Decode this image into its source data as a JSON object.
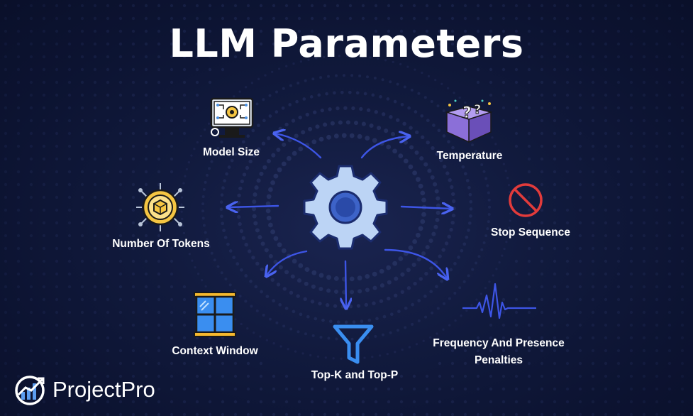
{
  "title": "LLM Parameters",
  "center": {
    "icon": "gear-icon"
  },
  "parameters": [
    {
      "label": "Model Size",
      "icon": "circuit-board-icon"
    },
    {
      "label": "Temperature",
      "icon": "mystery-box-icon"
    },
    {
      "label": "Number Of Tokens",
      "icon": "token-coin-icon"
    },
    {
      "label": "Stop Sequence",
      "icon": "prohibited-icon"
    },
    {
      "label": "Context Window",
      "icon": "window-icon"
    },
    {
      "label": "Top-K and Top-P",
      "icon": "funnel-icon"
    },
    {
      "label": "Frequency And Presence",
      "label2": "Penalties",
      "icon": "pulse-wave-icon"
    }
  ],
  "brand": {
    "name": "ProjectPro",
    "icon": "projectpro-logo-icon"
  },
  "colors": {
    "background": "#0e1533",
    "arrow": "#3d55e6",
    "gear": "#bcd4f5",
    "gear_outline": "#1b2c6e",
    "text": "#ffffff"
  }
}
